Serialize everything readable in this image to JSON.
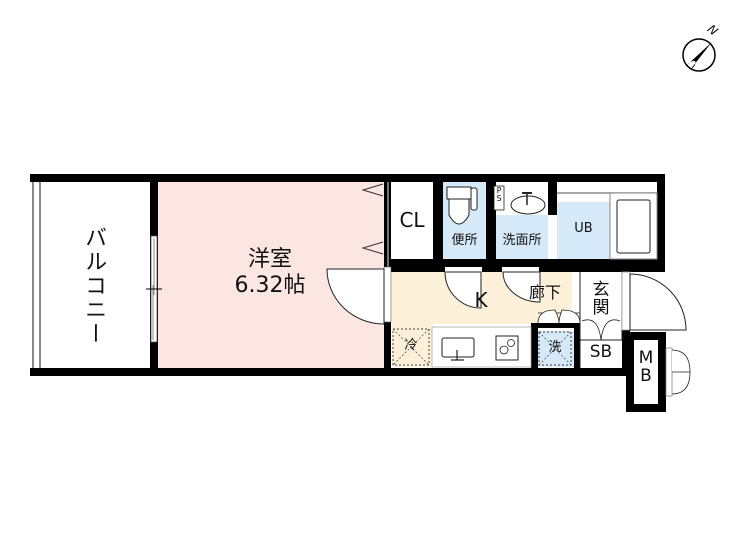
{
  "floorplan": {
    "compass": {
      "label": "N"
    },
    "rooms": {
      "balcony": {
        "label": "バルコニー"
      },
      "western_room": {
        "name": "洋室",
        "size": "6.32帖"
      },
      "closet": {
        "label": "CL"
      },
      "toilet": {
        "label": "便所"
      },
      "pipe_space": {
        "label": "P\nS"
      },
      "washroom": {
        "label": "洗面所"
      },
      "unit_bath": {
        "label": "UB"
      },
      "kitchen": {
        "label": "K"
      },
      "hallway": {
        "label": "廊下"
      },
      "entrance": {
        "label": "玄\n関"
      },
      "shoe_box": {
        "label": "SB"
      },
      "meter_box": {
        "label": "M\nB"
      },
      "fridge_space": {
        "label": "冷"
      },
      "washer_space": {
        "label": "洗"
      }
    },
    "colors": {
      "wall": "#000000",
      "western_room": "#fce6e2",
      "kitchen": "#fdf0d8",
      "wet_area": "#d6e9f8",
      "background": "#ffffff"
    }
  }
}
